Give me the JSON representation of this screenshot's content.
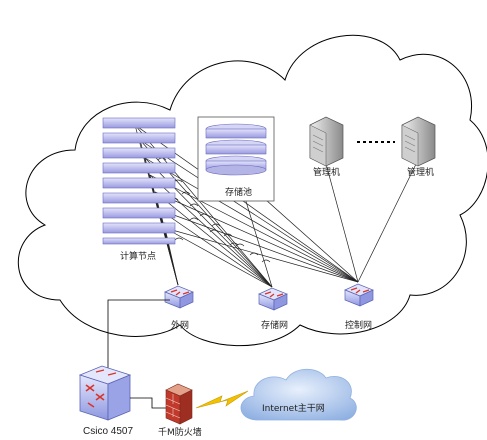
{
  "labels": {
    "compute_nodes": "计算节点",
    "storage_pool": "存储池",
    "mgmt_left": "管理机",
    "mgmt_right": "管理机",
    "external_net": "外网",
    "storage_net": "存储网",
    "control_net": "控制网",
    "core_switch": "Csico 4507",
    "firewall": "千M防火墙",
    "internet": "Internet主干网"
  },
  "colors": {
    "cloud_stroke": "#000000",
    "node_fill": "#b8b8ea",
    "node_stroke": "#6c6cc0",
    "switch_fill": "#aeb6f0",
    "switch_stroke": "#5b63b5",
    "arrow": "#d9342b",
    "internet_cloud": "#a9c3ea",
    "lightning": "#f2c200",
    "firewall_brick": "#c0392b"
  },
  "icons": {
    "compute_nodes": "server-rack-stack-icon",
    "storage_pool": "disk-array-icon",
    "mgmt": "tower-server-icon",
    "switch": "network-switch-icon",
    "core_switch": "core-switch-icon",
    "firewall": "firewall-icon",
    "internet": "internet-cloud-icon",
    "link": "lightning-link-icon"
  }
}
